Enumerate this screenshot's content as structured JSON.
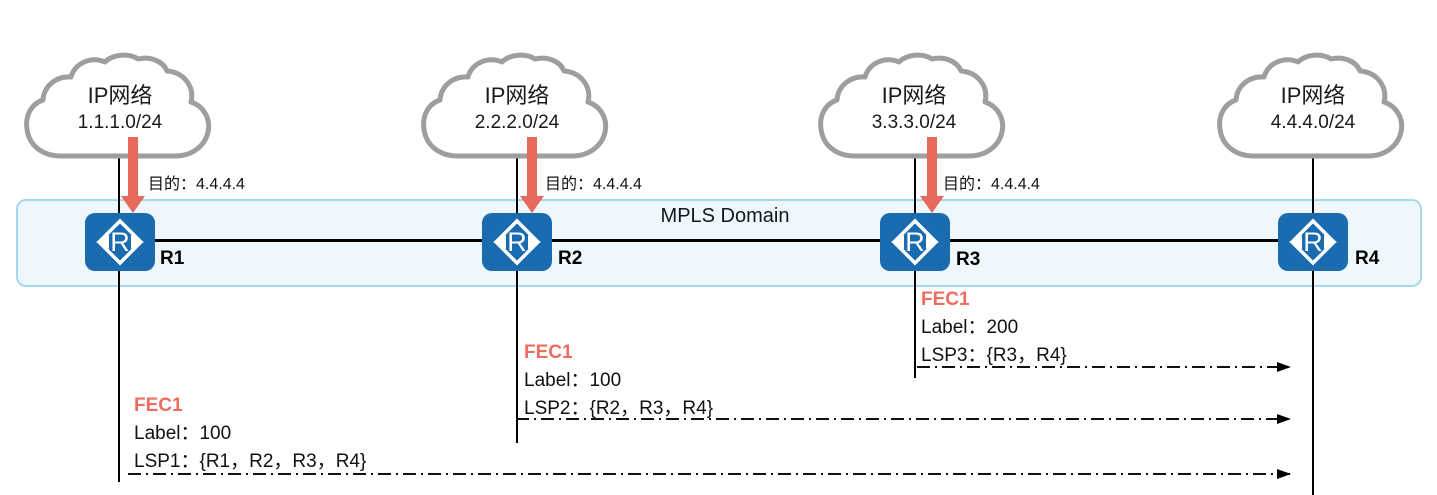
{
  "mpls_band": {
    "label": "MPLS Domain"
  },
  "clouds": [
    {
      "name": "IP网络",
      "subnet": "1.1.1.0/24"
    },
    {
      "name": "IP网络",
      "subnet": "2.2.2.0/24"
    },
    {
      "name": "IP网络",
      "subnet": "3.3.3.0/24"
    },
    {
      "name": "IP网络",
      "subnet": "4.4.4.0/24"
    }
  ],
  "destination_labels": [
    "目的：4.4.4.4",
    "目的：4.4.4.4",
    "目的：4.4.4.4"
  ],
  "routers": [
    {
      "name": "R1"
    },
    {
      "name": "R2"
    },
    {
      "name": "R3"
    },
    {
      "name": "R4"
    }
  ],
  "fec_annotations": [
    {
      "router": "R1",
      "fec": "FEC1",
      "label": "Label：100",
      "lsp": "LSP1：{R1，R2，R3，R4}"
    },
    {
      "router": "R2",
      "fec": "FEC1",
      "label": "Label：100",
      "lsp": "LSP2：{R2，R3，R4}"
    },
    {
      "router": "R3",
      "fec": "FEC1",
      "label": "Label：200",
      "lsp": "LSP3：{R3，R4}"
    }
  ],
  "colors": {
    "router_blue": "#1a6bb0",
    "accent_red": "#e7695c",
    "band_fill": "#eef7fc",
    "band_border": "#a6d8ee",
    "cloud_outline": "#9e9e9e",
    "line_black": "#000000"
  }
}
